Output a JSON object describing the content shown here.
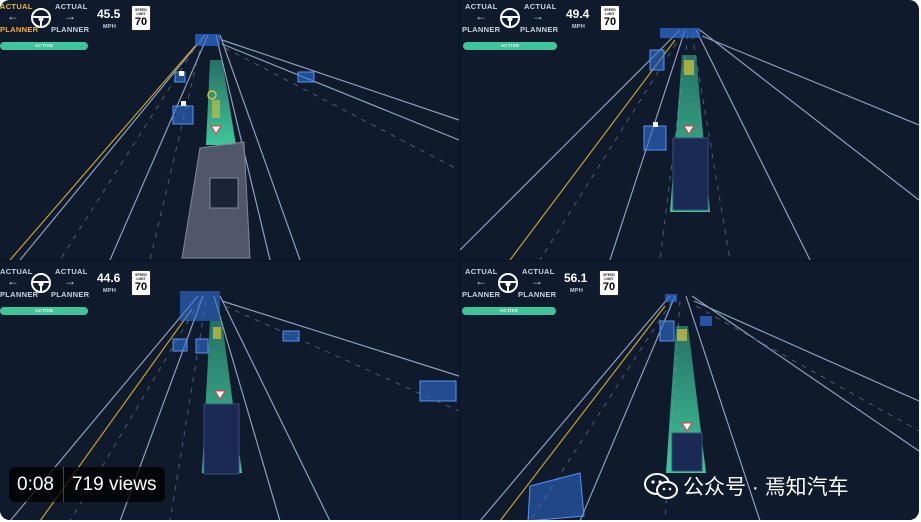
{
  "hud": {
    "actual_label": "ACTUAL",
    "planner_label": "PLANNER",
    "mph_label": "MPH",
    "speed_limit_caption": "SPEED LIMIT",
    "speed_limit_value": "70",
    "active_label": "ACTIVE"
  },
  "panels": [
    {
      "speed": "45.5"
    },
    {
      "speed": "49.4"
    },
    {
      "speed": "44.6"
    },
    {
      "speed": "56.1"
    }
  ],
  "video": {
    "time": "0:08",
    "views": "719 views"
  },
  "watermark": {
    "icon": "wechat-icon",
    "text": "公众号 · 焉知汽车"
  },
  "colors": {
    "background": "#0f1a2c",
    "planner_path": "#3ec69a",
    "lane_lines": "#8ea0bf",
    "yellow_line": "#c9a227",
    "detections": "#2f6fd6"
  }
}
